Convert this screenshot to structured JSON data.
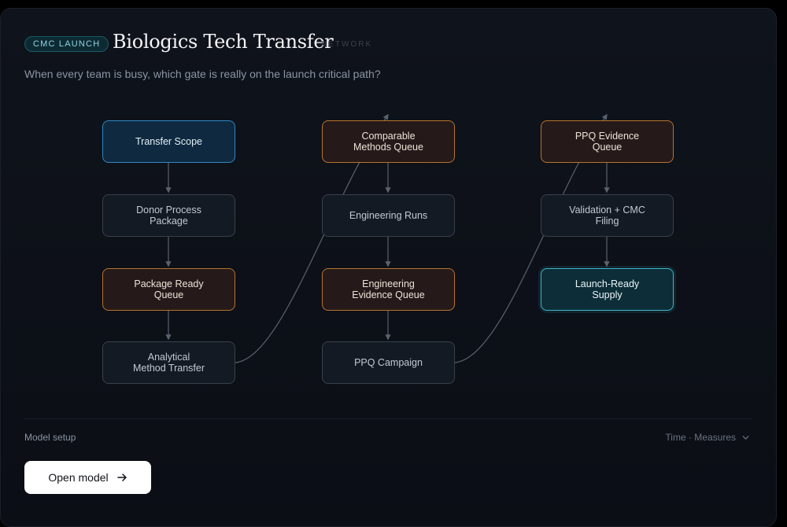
{
  "header": {
    "badge": "CMC LAUNCH",
    "title": "Biologics Tech Transfer",
    "tag": "NETWORK",
    "subtitle": "When every team is busy, which gate is really on the launch critical path?"
  },
  "diagram": {
    "nodes": {
      "transfer_scope": "Transfer Scope",
      "donor_package": "Donor Process\nPackage",
      "package_queue": "Package Ready\nQueue",
      "method_transfer": "Analytical\nMethod Transfer",
      "methods_queue": "Comparable\nMethods Queue",
      "engineering_runs": "Engineering Runs",
      "engineering_queue": "Engineering\nEvidence Queue",
      "ppq_campaign": "PPQ Campaign",
      "ppq_queue": "PPQ Evidence\nQueue",
      "validation_filing": "Validation + CMC\nFiling",
      "launch_supply": "Launch-Ready\nSupply"
    },
    "colors": {
      "scope": "#2f86c3",
      "work": "#3a414c",
      "queue": "#b7742b",
      "final": "#3ab7c9",
      "edge": "#5b626e"
    }
  },
  "footer": {
    "setup_label": "Model setup",
    "measures_label": "Time · Measures",
    "open_button": "Open model"
  }
}
